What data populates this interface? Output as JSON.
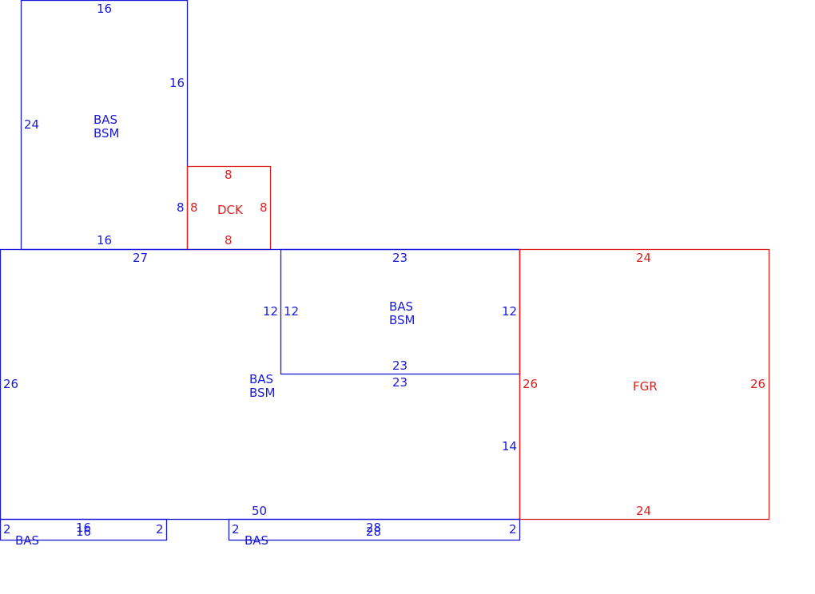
{
  "colors": {
    "blue": "#1a1adb",
    "red": "#dd2222"
  },
  "areas": [
    {
      "id": "upper-left",
      "color": "blue",
      "labels": [
        "BAS",
        "BSM"
      ]
    },
    {
      "id": "main",
      "color": "blue",
      "labels": [
        "BAS",
        "BSM"
      ]
    },
    {
      "id": "upper-right-inset",
      "color": "blue",
      "labels": [
        "BAS",
        "BSM"
      ]
    },
    {
      "id": "deck",
      "color": "red",
      "labels": [
        "DCK"
      ]
    },
    {
      "id": "garage",
      "color": "red",
      "labels": [
        "FGR"
      ]
    },
    {
      "id": "bottom-left-strip",
      "color": "blue",
      "labels": [
        "BAS"
      ]
    },
    {
      "id": "bottom-right-strip",
      "color": "blue",
      "labels": [
        "BAS"
      ]
    }
  ],
  "dimensions": {
    "upper_left_top": "16",
    "upper_left_right": "16",
    "upper_left_left": "24",
    "upper_left_bottom": "16",
    "upper_left_right_lower": "8",
    "deck_top": "8",
    "deck_left": "8",
    "deck_right": "8",
    "deck_bottom": "8",
    "main_top": "27",
    "main_left": "26",
    "main_bottom": "50",
    "main_right_lower": "14",
    "inset_top": "23",
    "inset_left_outer": "12",
    "inset_left_inner": "12",
    "inset_right": "12",
    "inset_bottom_inner": "23",
    "inset_bottom_outer": "23",
    "garage_top": "24",
    "garage_left": "26",
    "garage_right": "26",
    "garage_bottom": "24",
    "strip_left_left": "2",
    "strip_left_top": "16",
    "strip_left_bottom": "16",
    "strip_left_right": "2",
    "strip_right_left": "2",
    "strip_right_top": "28",
    "strip_right_bottom": "28",
    "strip_right_right": "2"
  }
}
